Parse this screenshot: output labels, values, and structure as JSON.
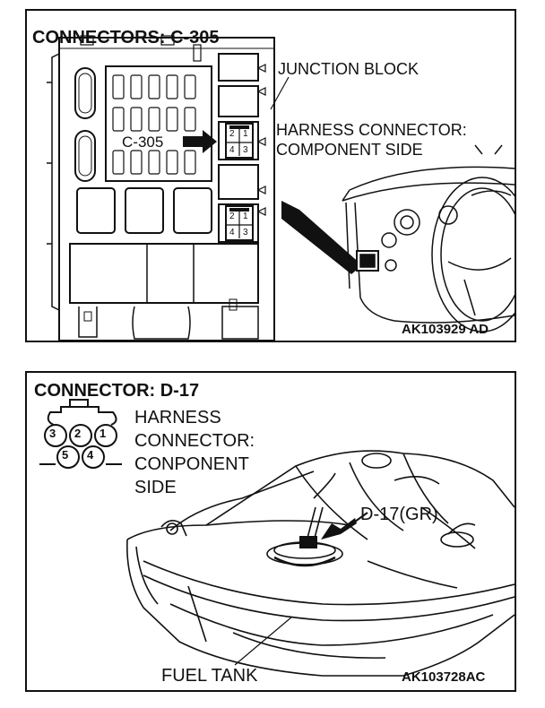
{
  "panel_c305": {
    "title": "CONNECTORS: C-305",
    "junction_block_label": "JUNCTION BLOCK",
    "harness_label_line1": "HARNESS CONNECTOR:",
    "harness_label_line2": "COMPONENT SIDE",
    "connector_callout": "C-305",
    "pin_numbers": [
      "2",
      "1",
      "4",
      "3"
    ],
    "image_code": "AK103929 AD"
  },
  "panel_d17": {
    "title": "CONNECTOR: D-17",
    "harness_label_line1": "HARNESS",
    "harness_label_line2": "CONNECTOR:",
    "harness_label_line3": "CONPONENT",
    "harness_label_line4": "SIDE",
    "pin_numbers": [
      "3",
      "2",
      "1",
      "5",
      "4"
    ],
    "connector_callout": "D-17(GR)",
    "fuel_tank_label": "FUEL TANK",
    "image_code": "AK103728AC"
  }
}
